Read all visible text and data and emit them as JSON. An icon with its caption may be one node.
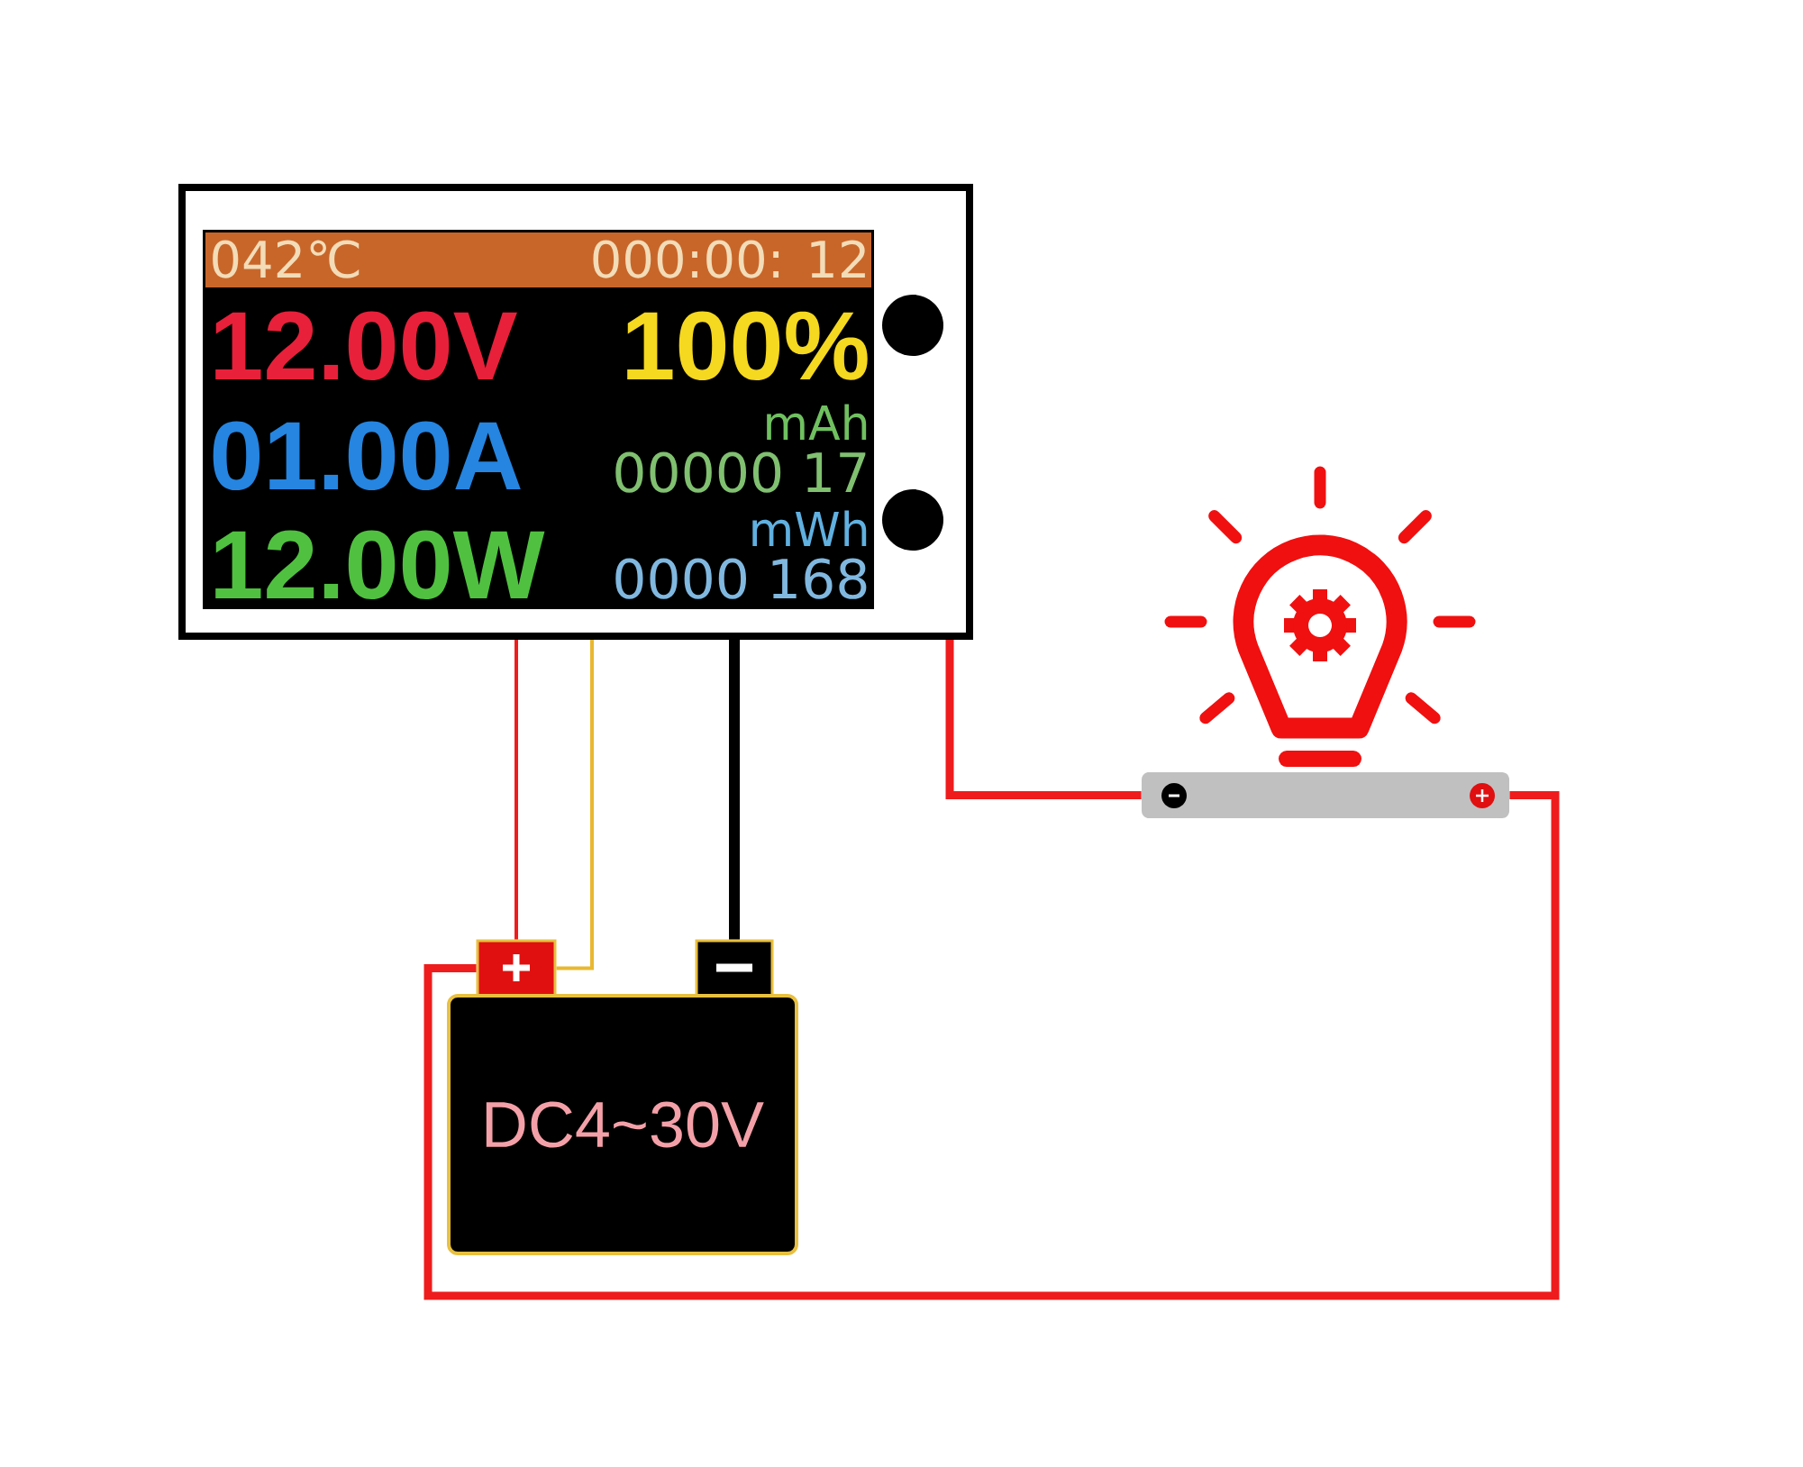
{
  "diagram": {
    "nodes": [
      {
        "text": [],
        "shape": "box"
      },
      {
        "text": [
          "042℃",
          "000:00: 12",
          "12.00V",
          "100%",
          "01.00A",
          "mAh",
          "00000 17",
          "12.00W",
          "mWh",
          "0000 168"
        ],
        "in": 0
      },
      {
        "text": [],
        "shape": "circle",
        "in": 0
      },
      {
        "text": [],
        "shape": "circle",
        "in": 0
      },
      {
        "text": [],
        "shape": "box"
      },
      {
        "text": [],
        "shape": "box"
      },
      {
        "text": [
          "DC4~30V"
        ]
      },
      {
        "text": [],
        "shape": "picture"
      },
      {
        "text": [],
        "shape": "bar"
      }
    ],
    "edges": [
      {
        "from": 0,
        "to": 4,
        "arrow": "none"
      },
      {
        "from": 0,
        "to": 4,
        "arrow": "none",
        "color": "#e8b830"
      },
      {
        "from": 0,
        "to": 5,
        "arrow": "none",
        "color": "#000000"
      },
      {
        "from": 0,
        "to": 8,
        "arrow": "none"
      },
      {
        "from": 8,
        "to": 4,
        "arrow": "none"
      }
    ]
  }
}
